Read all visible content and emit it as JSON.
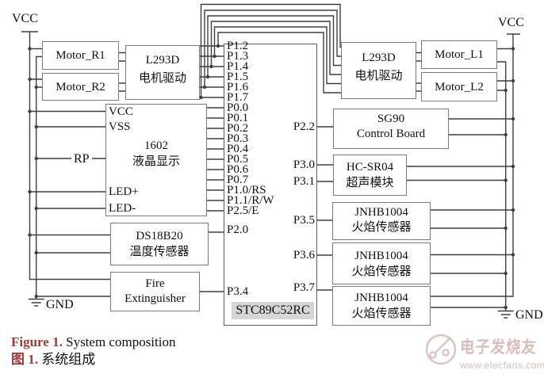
{
  "diagram": {
    "power": {
      "vcc_left": "VCC",
      "gnd_left": "GND",
      "vcc_right": "VCC",
      "gnd_right": "GND"
    },
    "rp_label": "RP",
    "mcu": {
      "label": "STC89C52RC",
      "pins_left": [
        "P1.2",
        "P1.3",
        "P1.4",
        "P1.5",
        "P1.6",
        "P1.7",
        "P0.0",
        "P0.1",
        "P0.2",
        "P0.3",
        "P0.4",
        "P0.5",
        "P0.6",
        "P0.7",
        "P1.0/RS",
        "P1.1/R/W",
        "P2.5/E",
        "P2.0",
        "P3.4"
      ],
      "pins_right": [
        "P2.2",
        "P3.0",
        "P3.1",
        "P3.5",
        "P3.6",
        "P3.7"
      ]
    },
    "modules": {
      "motor_r1": {
        "line1": "Motor_R1"
      },
      "motor_r2": {
        "line1": "Motor_R2"
      },
      "l293d_left": {
        "line1": "L293D",
        "line2": "电机驱动"
      },
      "lcd1602": {
        "line1": "1602",
        "line2": "液晶显示",
        "pin_labels": [
          "VCC",
          "VSS",
          "LED+",
          "LED-"
        ]
      },
      "ds18b20": {
        "line1": "DS18B20",
        "line2": "温度传感器"
      },
      "fire_extinguisher": {
        "line1": "Fire",
        "line2": "Extinguisher"
      },
      "l293d_right": {
        "line1": "L293D",
        "line2": "电机驱动"
      },
      "motor_l1": {
        "line1": "Motor_L1"
      },
      "motor_l2": {
        "line1": "Motor_L2"
      },
      "sg90": {
        "line1": "SG90",
        "line2": "Control Board"
      },
      "hcsr04": {
        "line1": "HC-SR04",
        "line2": "超声模块"
      },
      "jnhb1": {
        "line1": "JNHB1004",
        "line2": "火焰传感器"
      },
      "jnhb2": {
        "line1": "JNHB1004",
        "line2": "火焰传感器"
      },
      "jnhb3": {
        "line1": "JNHB1004",
        "line2": "火焰传感器"
      }
    }
  },
  "caption": {
    "fig_en_label": "Figure 1.",
    "fig_en_text": " System composition",
    "fig_zh_label": "图 1.",
    "fig_zh_text": " 系统组成"
  },
  "watermark": {
    "brand": "电子发烧友",
    "url": "www.elecfans.com"
  },
  "colors": {
    "wire": "#3f3f3f",
    "caption_red": "#9d3b38",
    "watermark_pink": "#d9bcbc",
    "stc_label_bg": "#d6d6d6"
  }
}
